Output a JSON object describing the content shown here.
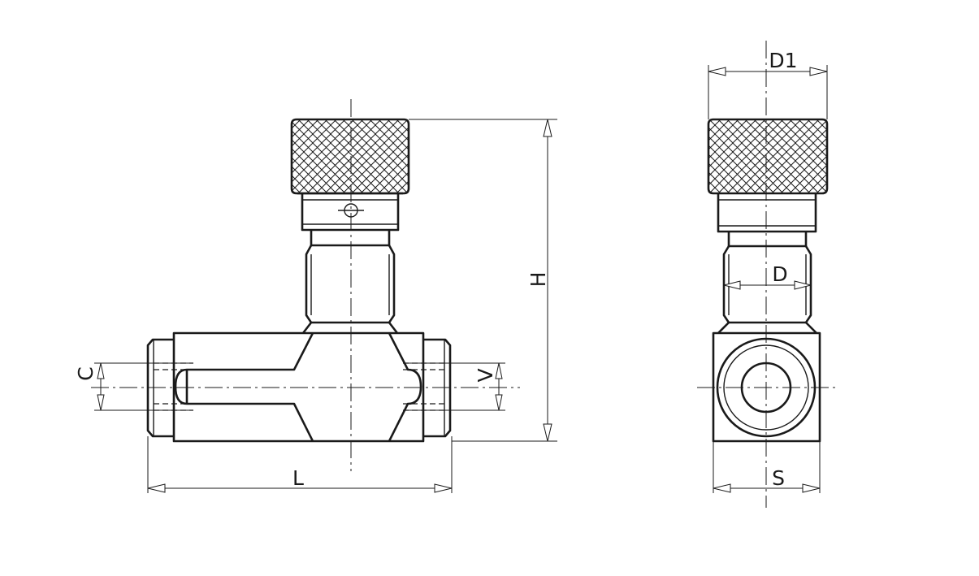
{
  "drawing": {
    "dimension_labels": {
      "L": "L",
      "H": "H",
      "C": "C",
      "V": "V",
      "D1": "D1",
      "D": "D",
      "S": "S"
    }
  }
}
